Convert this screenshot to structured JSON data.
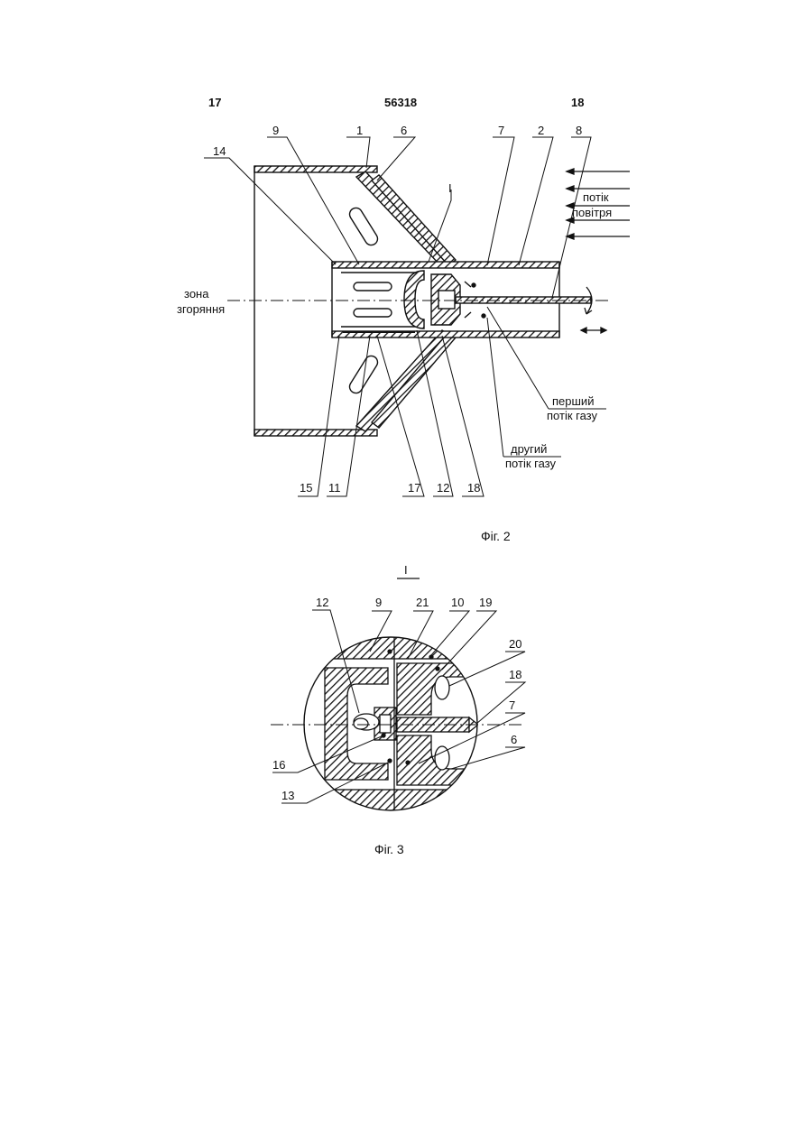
{
  "header": {
    "left": "17",
    "center": "56318",
    "right": "18"
  },
  "fig2": {
    "caption": "Фіг. 2",
    "combustion_zone": [
      "зона",
      "згоряння"
    ],
    "air_flow": [
      "потік",
      "повітря"
    ],
    "first_gas_flow": [
      "перший",
      "потік газу"
    ],
    "second_gas_flow": [
      "другий",
      "потік газу"
    ],
    "detail_mark": "I",
    "top_labels": [
      "9",
      "1",
      "6",
      "7",
      "2",
      "8",
      "14"
    ],
    "bottom_labels": [
      "15",
      "11",
      "17",
      "12",
      "18"
    ]
  },
  "fig3": {
    "caption": "Фіг. 3",
    "title": "I",
    "labels": [
      "12",
      "9",
      "21",
      "10",
      "19",
      "20",
      "18",
      "7",
      "6",
      "16",
      "13"
    ]
  }
}
